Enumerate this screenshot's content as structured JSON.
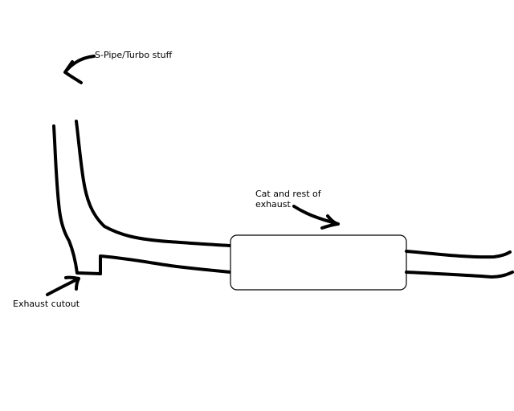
{
  "labels": {
    "spipe": "S-Pipe/Turbo stuff",
    "cat": "Cat and rest of\nexhaust",
    "cutout": "Exhaust cutout"
  },
  "colors": {
    "ink": "#000000",
    "background": "#ffffff"
  }
}
